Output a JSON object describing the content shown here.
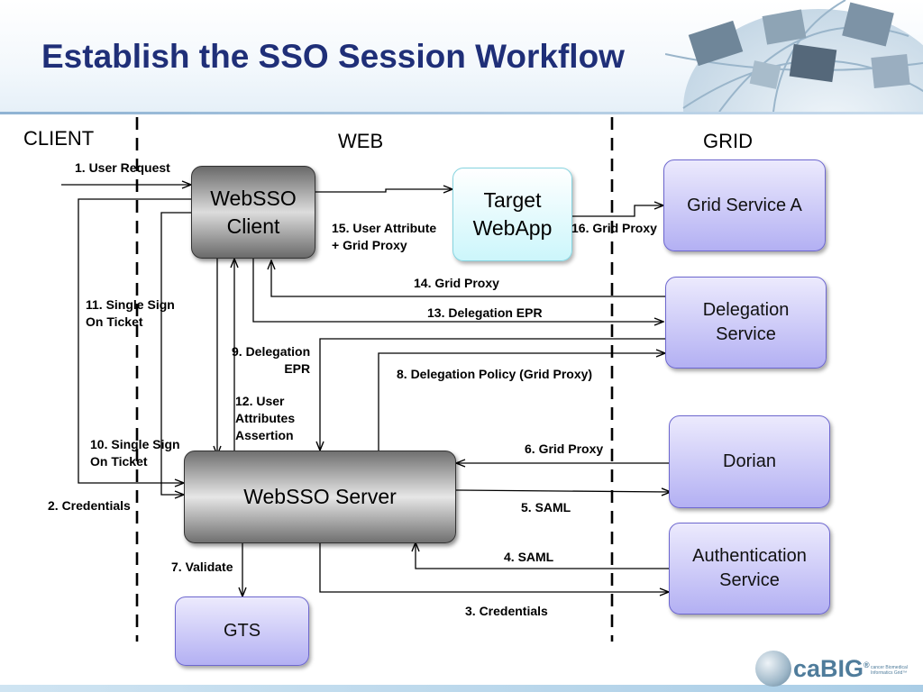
{
  "title": "Establish the SSO Session Workflow",
  "zones": {
    "client": "CLIENT",
    "web": "WEB",
    "grid": "GRID"
  },
  "nodes": {
    "websso_client": [
      "WebSSO",
      "Client"
    ],
    "target_webapp": [
      "Target",
      "WebApp"
    ],
    "grid_service_a": "Grid Service A",
    "delegation_service": [
      "Delegation",
      "Service"
    ],
    "dorian": "Dorian",
    "authentication_service": [
      "Authentication",
      "Service"
    ],
    "websso_server": "WebSSO Server",
    "gts": "GTS"
  },
  "flows": {
    "f1": "1. User Request",
    "f2": "2. Credentials",
    "f3": "3. Credentials",
    "f4": "4. SAML",
    "f5": "5. SAML",
    "f6": "6. Grid Proxy",
    "f7": "7. Validate",
    "f8": "8. Delegation Policy (Grid Proxy)",
    "f9": [
      "9. Delegation",
      "EPR"
    ],
    "f10": [
      "10. Single Sign",
      "On Ticket"
    ],
    "f11": [
      "11. Single Sign",
      "On Ticket"
    ],
    "f12": [
      "12. User",
      "Attributes",
      "Assertion"
    ],
    "f13": "13. Delegation EPR",
    "f14": "14. Grid Proxy",
    "f15": [
      "15. User Attribute",
      "+ Grid Proxy"
    ],
    "f16": "16. Grid Proxy"
  },
  "logo": {
    "name": "caBIG",
    "mark": "®",
    "tagline": [
      "cancer Biomedical",
      "Informatics Grid™"
    ]
  }
}
